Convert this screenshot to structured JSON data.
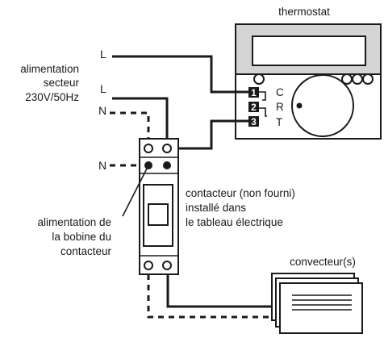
{
  "labels": {
    "thermostat": "thermostat",
    "supply_line1": "alimentation",
    "supply_line2": "secteur",
    "supply_line3": "230V/50Hz",
    "L_top": "L",
    "L_mid": "L",
    "N_top": "N",
    "N_mid": "N",
    "contactor_line1": "contacteur (non fourni)",
    "contactor_line2": "installé dans",
    "contactor_line3": "le tableau électrique",
    "coil_line1": "alimentation de",
    "coil_line2": "la bobine du",
    "coil_line3": "contacteur",
    "convector": "convecteur(s)",
    "terminal_1": "1",
    "terminal_2": "2",
    "terminal_3": "3",
    "term_C": "C",
    "term_R": "R",
    "term_T": "T"
  },
  "icons": {
    "terminal": "screw-terminal-icon",
    "dial": "thermostat-dial-icon"
  }
}
